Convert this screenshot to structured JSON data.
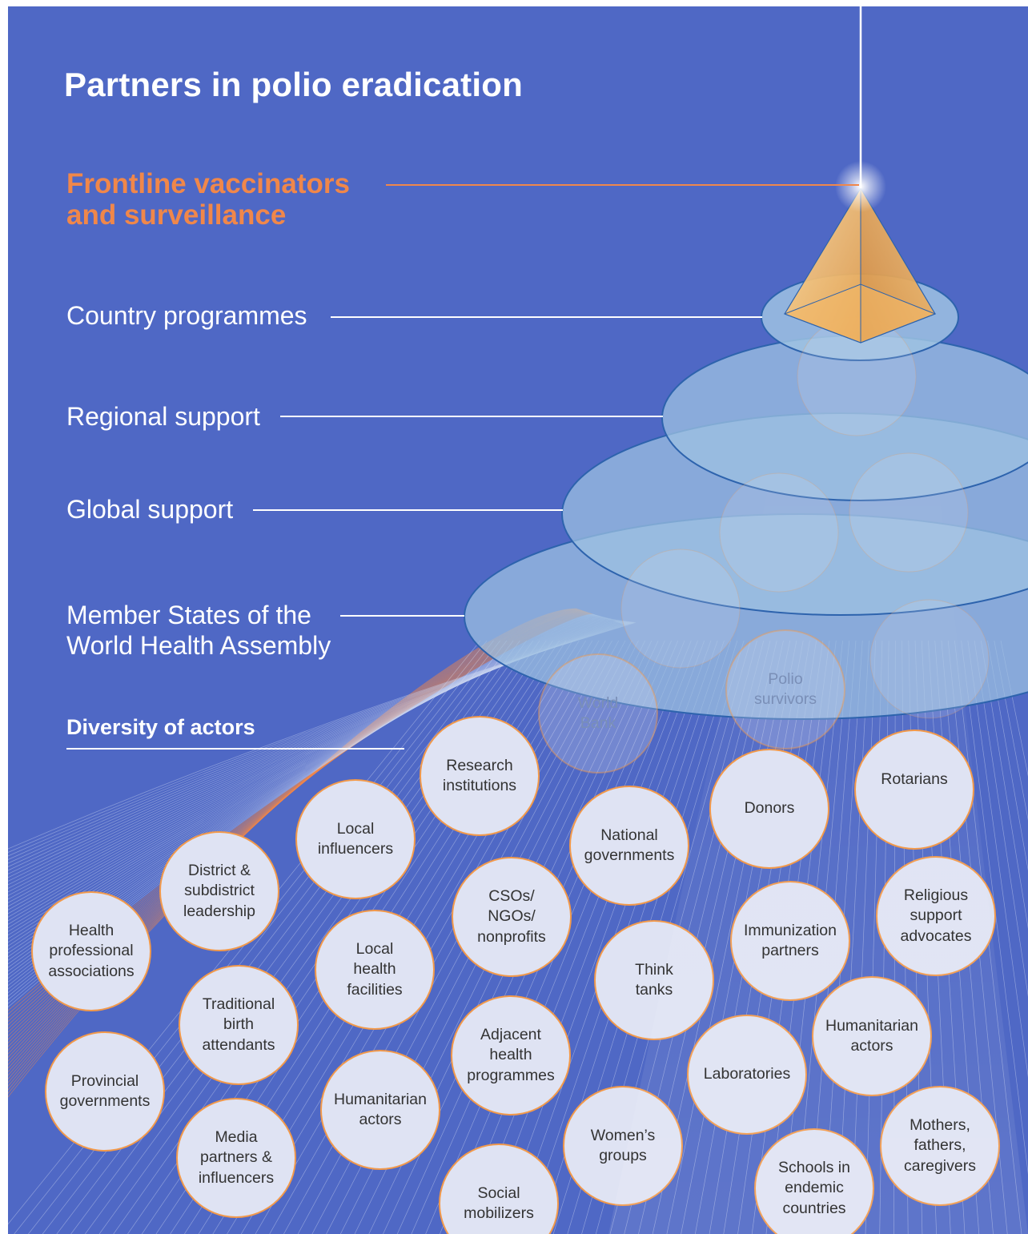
{
  "title": "Partners in polio eradication",
  "frontline": {
    "line1": "Frontline vaccinators",
    "line2": "and surveillance"
  },
  "tiers": {
    "country": "Country programmes",
    "regional": "Regional support",
    "global": "Global support",
    "member_line1": "Member States of the",
    "member_line2": "World Health Assembly"
  },
  "diversity_label": "Diversity of actors",
  "colors": {
    "background": "#4f68c5",
    "accent_orange": "#f0874a",
    "circle_fill": "#dfe3f3",
    "circle_stroke": "#f2994a",
    "disc_fill": "#8fb7db",
    "disc_stroke": "#2f5fa8",
    "pyramid": "#f3b45a"
  },
  "actors": [
    {
      "key": "research",
      "lines": [
        "Research",
        "institutions"
      ]
    },
    {
      "key": "world-bank",
      "lines": [
        "World",
        "Bank"
      ],
      "faded": true
    },
    {
      "key": "polio-survivors",
      "lines": [
        "Polio",
        "survivors"
      ],
      "faded": true
    },
    {
      "key": "donors",
      "lines": [
        "Donors"
      ]
    },
    {
      "key": "rotarians",
      "lines": [
        "Rotarians"
      ]
    },
    {
      "key": "local-influencers",
      "lines": [
        "Local",
        "influencers"
      ]
    },
    {
      "key": "national-governments",
      "lines": [
        "National",
        "governments"
      ]
    },
    {
      "key": "district",
      "lines": [
        "District &",
        "subdistrict",
        "leadership"
      ]
    },
    {
      "key": "csos",
      "lines": [
        "CSOs/",
        "NGOs/",
        "nonprofits"
      ]
    },
    {
      "key": "religious",
      "lines": [
        "Religious",
        "support",
        "advocates"
      ]
    },
    {
      "key": "immunization",
      "lines": [
        "Immunization",
        "partners"
      ]
    },
    {
      "key": "health-professional",
      "lines": [
        "Health",
        "professional",
        "associations"
      ]
    },
    {
      "key": "local-health",
      "lines": [
        "Local",
        "health",
        "facilities"
      ]
    },
    {
      "key": "think-tanks",
      "lines": [
        "Think",
        "tanks"
      ]
    },
    {
      "key": "traditional",
      "lines": [
        "Traditional",
        "birth",
        "attendants"
      ]
    },
    {
      "key": "humanitarian-right",
      "lines": [
        "Humanitarian",
        "actors"
      ]
    },
    {
      "key": "adjacent",
      "lines": [
        "Adjacent",
        "health",
        "programmes"
      ]
    },
    {
      "key": "laboratories",
      "lines": [
        "Laboratories"
      ]
    },
    {
      "key": "provincial",
      "lines": [
        "Provincial",
        "governments"
      ]
    },
    {
      "key": "humanitarian-left",
      "lines": [
        "Humanitarian",
        "actors"
      ]
    },
    {
      "key": "mothers",
      "lines": [
        "Mothers,",
        "fathers,",
        "caregivers"
      ]
    },
    {
      "key": "media",
      "lines": [
        "Media",
        "partners &",
        "influencers"
      ]
    },
    {
      "key": "womens-groups",
      "lines": [
        "Women’s",
        "groups"
      ]
    },
    {
      "key": "schools",
      "lines": [
        "Schools in",
        "endemic",
        "countries"
      ]
    },
    {
      "key": "social",
      "lines": [
        "Social",
        "mobilizers"
      ]
    }
  ]
}
